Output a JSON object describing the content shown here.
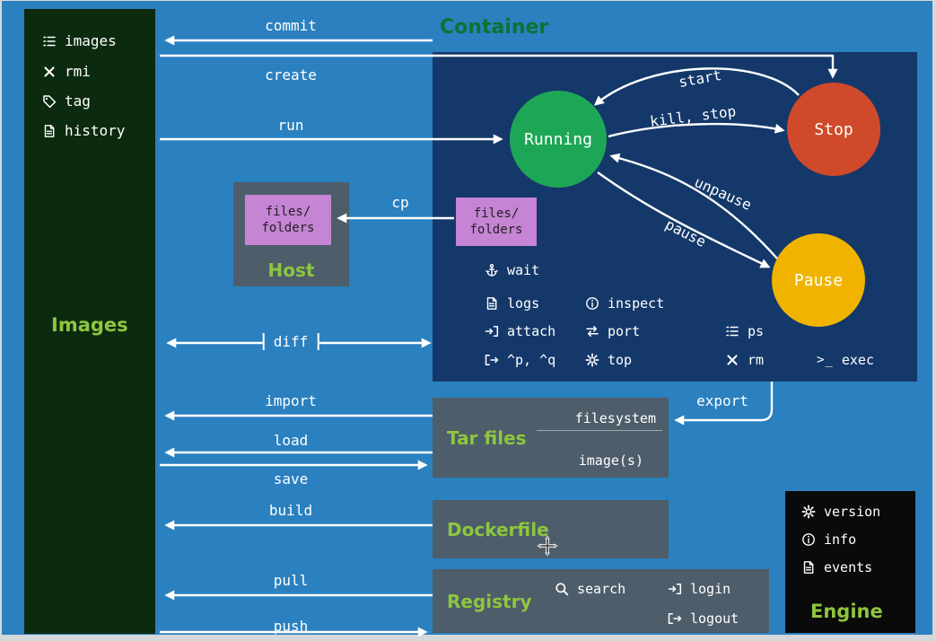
{
  "images_panel": {
    "title": "Images",
    "items": [
      {
        "icon": "list-icon",
        "label": "images"
      },
      {
        "icon": "x-icon",
        "label": "rmi"
      },
      {
        "icon": "tag-icon",
        "label": "tag"
      },
      {
        "icon": "doc-icon",
        "label": "history"
      }
    ]
  },
  "container_panel": {
    "title": "Container",
    "states": {
      "running": "Running",
      "stop": "Stop",
      "pause": "Pause"
    },
    "transitions": {
      "start": "start",
      "kill_stop": "kill, stop",
      "unpause": "unpause",
      "pause": "pause"
    },
    "commands": [
      {
        "icon": "anchor-icon",
        "label": "wait"
      },
      {
        "icon": "doc-icon",
        "label": "logs"
      },
      {
        "icon": "login-arrow-icon",
        "label": "attach"
      },
      {
        "icon": "logout-arrow-icon",
        "label": "^p, ^q"
      },
      {
        "icon": "info-icon",
        "label": "inspect"
      },
      {
        "icon": "port-icon",
        "label": "port"
      },
      {
        "icon": "gear-icon",
        "label": "top"
      },
      {
        "icon": "list-icon",
        "label": "ps"
      },
      {
        "icon": "x-icon",
        "label": "rm"
      },
      {
        "icon": "prompt-icon",
        "label": "exec"
      }
    ]
  },
  "host_panel": {
    "title": "Host",
    "files_box": {
      "line1": "files/",
      "line2": "folders"
    }
  },
  "container_files_box": {
    "line1": "files/",
    "line2": "folders"
  },
  "edges": {
    "commit": "commit",
    "create": "create",
    "run": "run",
    "diff": "diff",
    "import": "import",
    "load": "load",
    "save": "save",
    "build": "build",
    "pull": "pull",
    "push": "push",
    "export": "export",
    "cp": "cp"
  },
  "tar_panel": {
    "title": "Tar files",
    "filesystem": "filesystem",
    "images": "image(s)"
  },
  "dockerfile_panel": {
    "title": "Dockerfile"
  },
  "registry_panel": {
    "title": "Registry",
    "items": [
      {
        "icon": "search-icon",
        "label": "search"
      },
      {
        "icon": "login-arrow-icon",
        "label": "login"
      },
      {
        "icon": "logout-arrow-icon",
        "label": "logout"
      }
    ]
  },
  "engine_panel": {
    "title": "Engine",
    "items": [
      {
        "icon": "gear-icon",
        "label": "version"
      },
      {
        "icon": "info-icon",
        "label": "info"
      },
      {
        "icon": "doc-icon",
        "label": "events"
      }
    ]
  },
  "colors": {
    "background": "#2b80bf",
    "images_panel": "#0c2a0e",
    "container_panel": "#14386a",
    "gray_panel": "#4e5d6a",
    "engine_panel": "#0a0a0a",
    "running_circle": "#1ea657",
    "stop_circle": "#cf4a2a",
    "pause_circle": "#f0b400",
    "files_box": "#c584d4",
    "title_green": "#8dc63f",
    "container_title_green": "#0a7436",
    "arrow": "#ffffff"
  }
}
